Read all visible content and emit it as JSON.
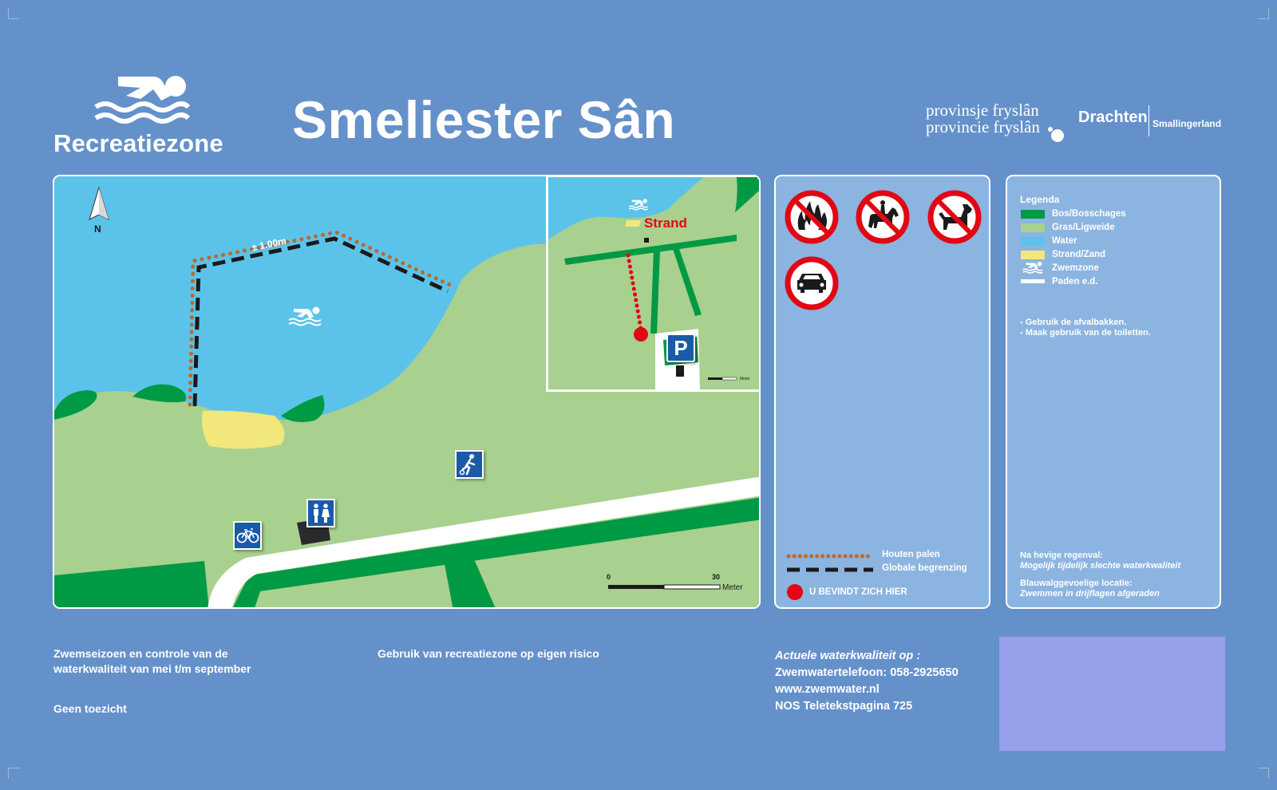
{
  "header": {
    "logo_label": "Recreatiezone",
    "title": "Smeliester Sân",
    "province_line1": "provinsje fryslân",
    "province_line2": "provincie fryslân",
    "municipality_city": "Drachten",
    "municipality_name": "Smallingerland"
  },
  "map": {
    "north_label": "N",
    "distance_label": "± 1.00m",
    "scale_zero": "0",
    "scale_max": "30",
    "scale_unit": "Meter",
    "inset_label": "Strand",
    "inset_scale_unit": "Meter",
    "icons": [
      "swim-icon",
      "sport-icon",
      "toilet-icon",
      "bicycle-icon",
      "parking-icon",
      "north-arrow-icon"
    ]
  },
  "rules": {
    "prohibitions": [
      "no-fire-icon",
      "no-horses-icon",
      "no-dogs-icon",
      "no-cars-icon"
    ],
    "line_posts": "Houten palen",
    "line_boundary": "Globale begrenzing",
    "you_are_here": "U BEVINDT ZICH HIER"
  },
  "legend": {
    "title": "Legenda",
    "items": [
      {
        "label": "Bos/Bosschages",
        "color": "#009a44"
      },
      {
        "label": "Gras/Ligweide",
        "color": "#a8d08f"
      },
      {
        "label": "Water",
        "color": "#5bc3e9"
      },
      {
        "label": "Strand/Zand",
        "color": "#f2e77a"
      },
      {
        "label": "Zwemzone",
        "color": "#ffffff"
      },
      {
        "label": "Paden e.d.",
        "color": "#ffffff"
      }
    ],
    "tip1": "- Gebruik de afvalbakken.",
    "tip2": "- Maak gebruik van de toiletten.",
    "rain_title": "Na hevige regenval:",
    "rain_text": "Mogelijk tijdelijk slechte waterkwaliteit",
    "algae_title": "Blauwalggevoelige locatie:",
    "algae_text": "Zwemmen in drijflagen afgeraden"
  },
  "footer": {
    "season_line1": "Zwemseizoen en controle van de",
    "season_line2": "waterkwaliteit van mei t/m september",
    "supervision": "Geen toezicht",
    "risk": "Gebruik van recreatiezone op eigen risico",
    "quality_title": "Actuele waterkwaliteit op :",
    "phone": "Zwemwatertelefoon: 058-2925650",
    "website": "www.zwemwater.nl",
    "teletext": "NOS Teletekstpagina 725"
  },
  "colors": {
    "background": "#6591cb",
    "water": "#5bc3e9",
    "grass": "#a8d08f",
    "forest": "#009a44",
    "sand": "#f2e77a",
    "posts": "#b86a2f",
    "marker": "#e30613",
    "prohibition_red": "#e30613",
    "sign_blue": "#1b5aa8"
  }
}
